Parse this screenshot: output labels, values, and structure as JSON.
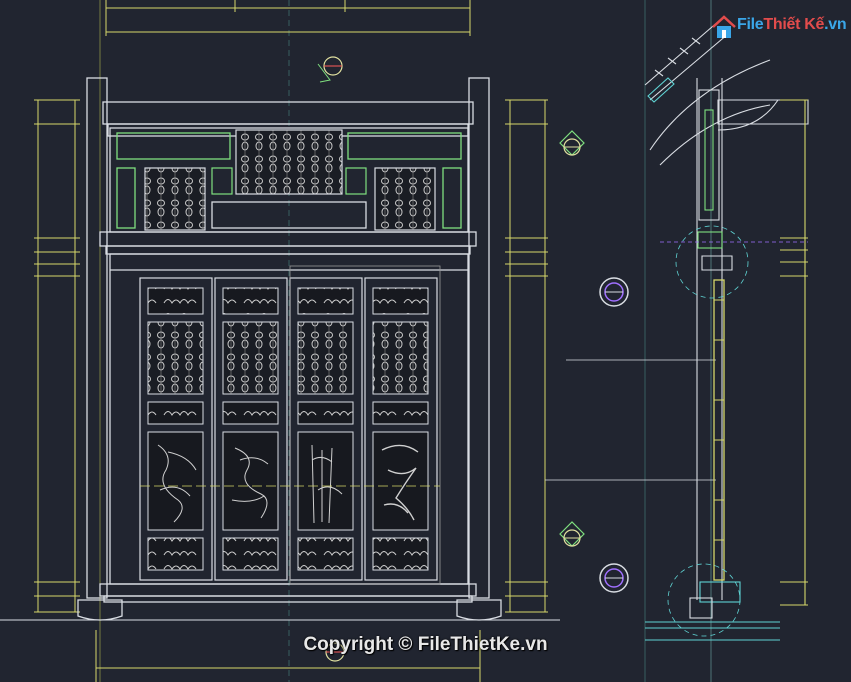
{
  "watermark": {
    "logo_text_part1": "File",
    "logo_text_part2": "Thiết Kế",
    "logo_text_part3": ".vn",
    "copyright": "Copyright © FileThietKe.vn"
  },
  "colors": {
    "background": "#212530",
    "line_white": "#d9dde3",
    "dim_yellow": "#d6d86a",
    "frame_green": "#7fe07f",
    "carving_gray": "#c9c9c9",
    "section_cyan": "#5fd3d3",
    "symbol_purple": "#a070ff",
    "logo_blue": "#3aa6e8",
    "logo_red": "#e24c4c"
  },
  "icons": {
    "logo": "house-logo-icon",
    "section_markers": "section-marker-icon",
    "elevation_markers": "elevation-circle-icon"
  }
}
